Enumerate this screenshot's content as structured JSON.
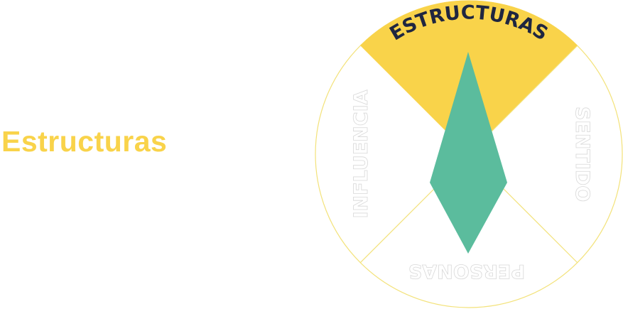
{
  "heading": "Estructuras",
  "wheel": {
    "sections": {
      "top": "ESTRUCTURAS",
      "right": "SENTIDO",
      "bottom": "PERSONAS",
      "left": "INFLUENCIA"
    },
    "active": "top"
  },
  "colors": {
    "accent": "#f9d34a",
    "active_text": "#1f2640",
    "diamond": "#5bbc9d",
    "border": "#f3e27a"
  }
}
